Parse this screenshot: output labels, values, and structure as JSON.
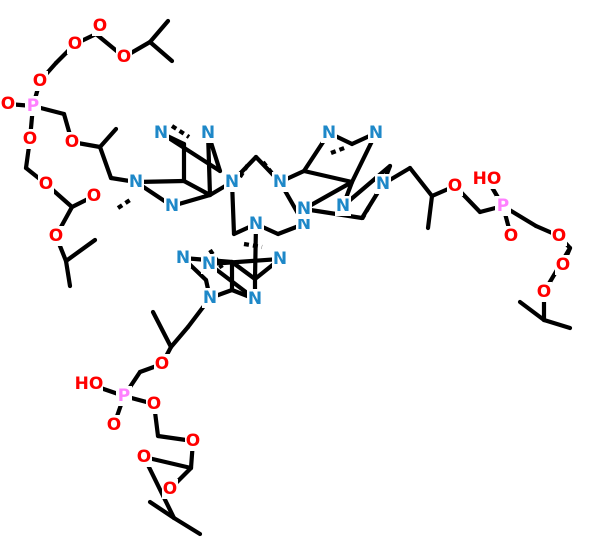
{
  "colors": {
    "bond": "#000000",
    "N": "#1E88C8",
    "O": "#FF0000",
    "P": "#FF80FF"
  },
  "atoms": [
    {
      "el": "O"
    },
    {
      "el": "O"
    },
    {
      "el": "O"
    },
    {
      "el": "O"
    },
    {
      "el": "P"
    },
    {
      "el": "O"
    },
    {
      "el": "O"
    },
    {
      "el": "O"
    },
    {
      "el": "O"
    },
    {
      "el": "O"
    },
    {
      "el": "O"
    },
    {
      "el": "N"
    },
    {
      "el": "N"
    },
    {
      "el": "N"
    },
    {
      "el": "N"
    },
    {
      "el": "N"
    },
    {
      "el": "N"
    },
    {
      "el": "N"
    },
    {
      "el": "N"
    },
    {
      "el": "N"
    },
    {
      "el": "N"
    },
    {
      "el": "N"
    },
    {
      "el": "N"
    },
    {
      "el": "N"
    },
    {
      "el": "O"
    },
    {
      "el": "HO"
    },
    {
      "el": "P"
    },
    {
      "el": "O"
    },
    {
      "el": "O"
    },
    {
      "el": "O"
    },
    {
      "el": "O"
    },
    {
      "el": "N"
    },
    {
      "el": "N"
    },
    {
      "el": "N"
    },
    {
      "el": "N"
    },
    {
      "el": "N"
    },
    {
      "el": "O"
    },
    {
      "el": "HO"
    },
    {
      "el": "P"
    },
    {
      "el": "O"
    },
    {
      "el": "O"
    },
    {
      "el": "O"
    },
    {
      "el": "O"
    },
    {
      "el": "O"
    }
  ]
}
